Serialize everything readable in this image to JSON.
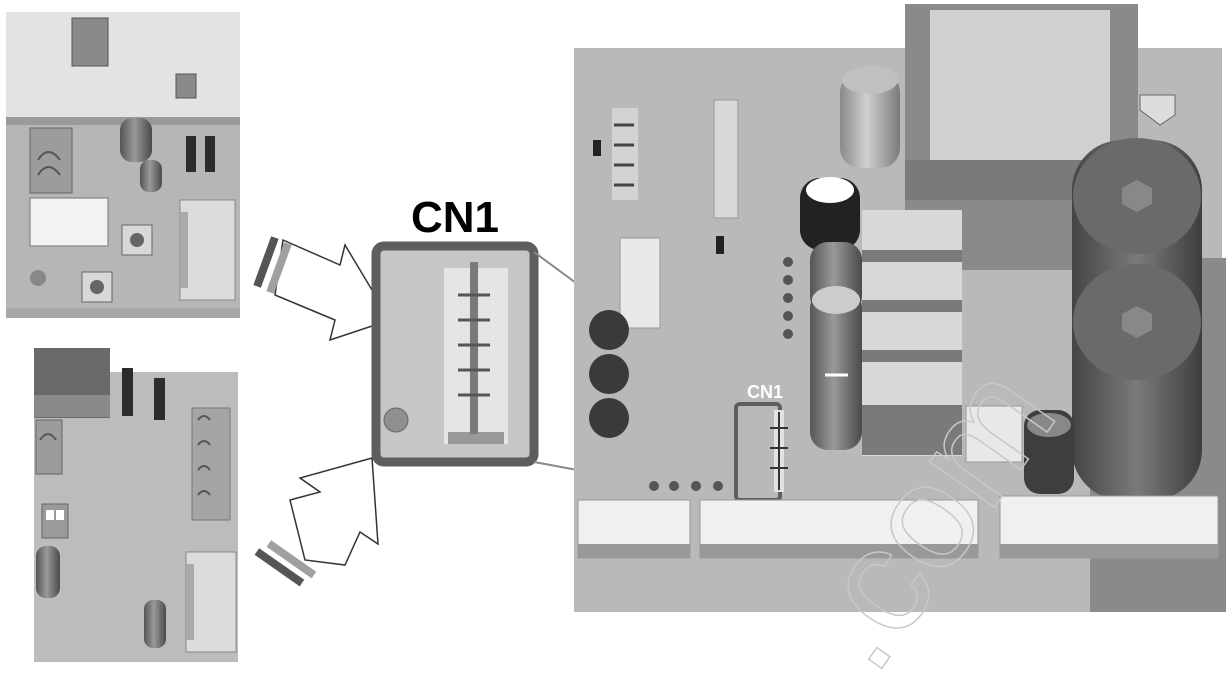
{
  "callout": {
    "large_label": "CN1",
    "small_label": "CN1"
  },
  "watermark": {
    "text": ".com"
  },
  "colors": {
    "board": "#b9b9b9",
    "board_light": "#cfcfcf",
    "frame": "#626262",
    "dark": "#3c3c3c"
  }
}
